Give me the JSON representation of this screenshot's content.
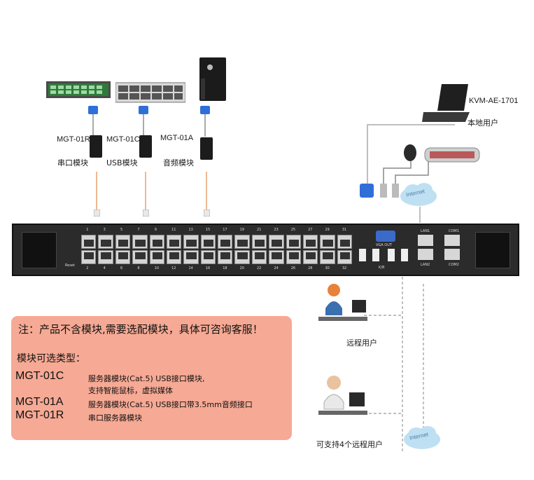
{
  "modules": [
    {
      "model": "MGT-01R",
      "name": "串口模块"
    },
    {
      "model": "MGT-01C",
      "name": "USB模块"
    },
    {
      "model": "MGT-01A",
      "name": "音频模块"
    }
  ],
  "local_user": {
    "model": "KVM-AE-1701",
    "label": "本地用户"
  },
  "remote_user_label": "远程用户",
  "remote_support_label": "可支持4个远程用户",
  "internet_label": "Internet",
  "switch": {
    "top_ports": [
      "1",
      "3",
      "5",
      "7",
      "9",
      "11",
      "13",
      "15",
      "17",
      "19",
      "21",
      "23",
      "25",
      "27",
      "29",
      "31"
    ],
    "bottom_ports": [
      "2",
      "4",
      "6",
      "8",
      "10",
      "12",
      "14",
      "16",
      "18",
      "20",
      "22",
      "24",
      "26",
      "28",
      "30",
      "32"
    ],
    "reset_label": "Reset",
    "vga_label": "VGA OUT",
    "kb_label": "K/B",
    "lan1_label": "LAN1",
    "lan2_label": "LAN2",
    "com1_label": "COM1",
    "com2_label": "COM2"
  },
  "note": {
    "title": "注：产品不含模块,需要选配模块，具体可咨询客服！",
    "subtitle": "模块可选类型：",
    "items": [
      {
        "model": "MGT-01C",
        "desc_line1": "服务器模块(Cat.5) USB接口模块,",
        "desc_line2": "支持智能鼠标，虚拟媒体"
      },
      {
        "model": "MGT-01A",
        "desc_line1": "服务器模块(Cat.5) USB接口带3.5mm音频接口"
      },
      {
        "model": "MGT-01R",
        "desc_line1": "串口服务器模块"
      }
    ]
  },
  "colors": {
    "note_bg": "#f6a994",
    "cable": "#999999",
    "switch_body": "#2b2b2b",
    "dongle_blue": "#2f6fd8",
    "internet_cloud": "#bfe0f3"
  }
}
